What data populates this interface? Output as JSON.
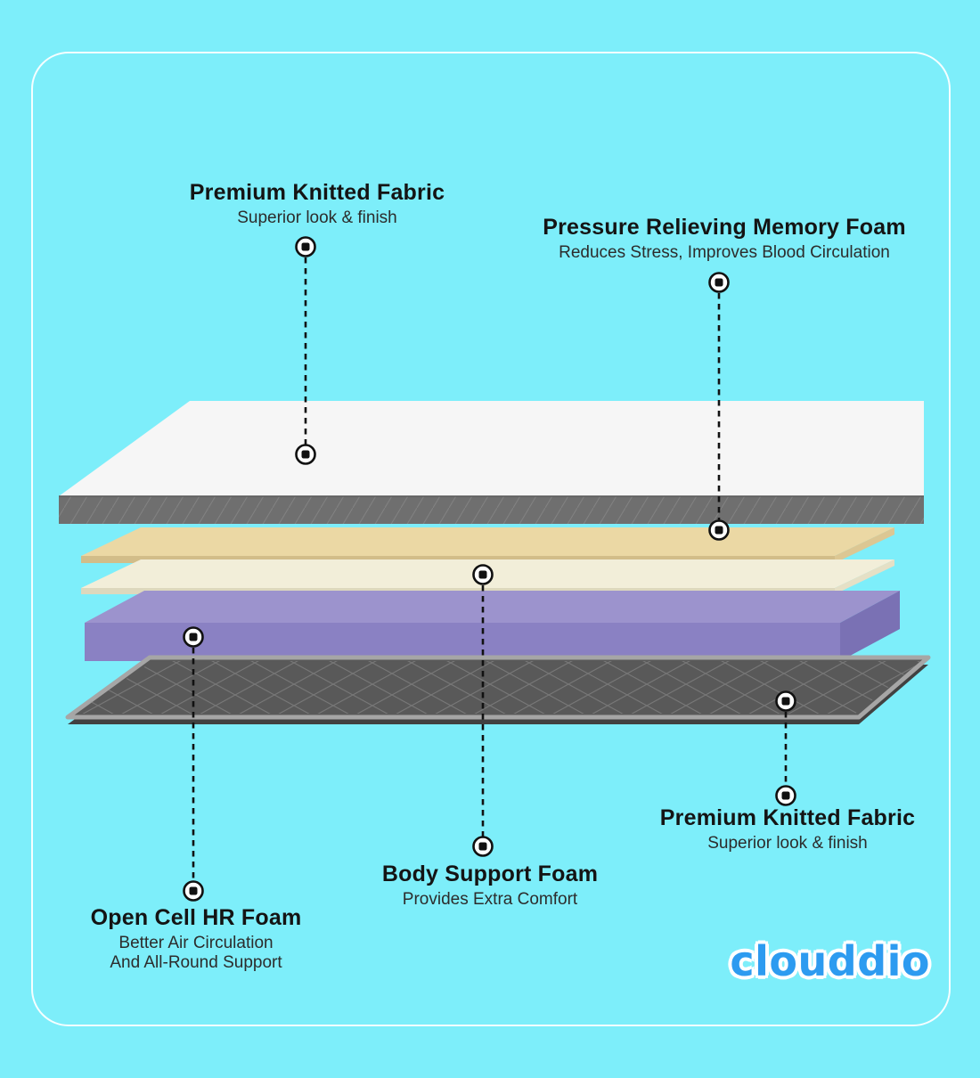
{
  "page": {
    "background_color": "#7deefa",
    "frame_border_color": "#ffffff"
  },
  "brand": {
    "logo_text": "clouddio",
    "logo_color": "#2d9bf0"
  },
  "callouts": [
    {
      "title": "Premium Knitted Fabric",
      "subtitle": "Superior look & finish"
    },
    {
      "title": "Pressure Relieving Memory Foam",
      "subtitle": "Reduces Stress, Improves Blood Circulation"
    },
    {
      "title": "Body Support Foam",
      "subtitle": "Provides Extra Comfort"
    },
    {
      "title": "Open Cell HR Foam",
      "subtitle": "Better Air Circulation",
      "subtitle2": "And All-Round Support"
    },
    {
      "title": "Premium Knitted Fabric",
      "subtitle": "Superior look & finish"
    }
  ],
  "layers": [
    {
      "name": "premium-knitted-fabric-top",
      "color": "#f6f6f6"
    },
    {
      "name": "fabric-edge-band",
      "color": "#6f6f6f"
    },
    {
      "name": "memory-foam",
      "color": "#ebd8a4"
    },
    {
      "name": "comfort-foam",
      "color": "#f2eed9"
    },
    {
      "name": "body-support-hr-foam",
      "color": "#9c93cd"
    },
    {
      "name": "base-knitted-fabric",
      "color": "#595959"
    }
  ]
}
